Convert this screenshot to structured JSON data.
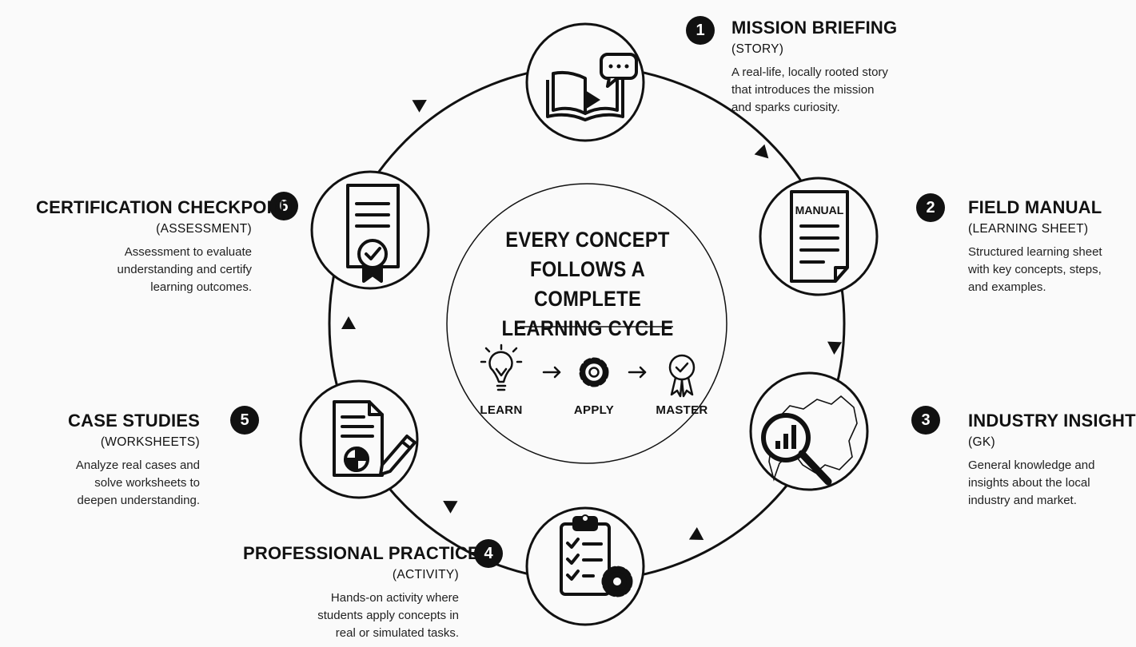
{
  "center": {
    "title_lines": [
      "EVERY CONCEPT",
      "FOLLOWS A COMPLETE",
      "LEARNING CYCLE"
    ],
    "flow": [
      "LEARN",
      "APPLY",
      "MASTER"
    ]
  },
  "steps": [
    {
      "number": "1",
      "title": "MISSION BRIEFING",
      "subtitle": "(STORY)",
      "description_lines": [
        "A real-life, locally rooted story",
        "that introduces the mission",
        "and sparks curiosity."
      ],
      "icon": "book-video-chat-icon"
    },
    {
      "number": "2",
      "title": "FIELD MANUAL",
      "subtitle": "(LEARNING SHEET)",
      "description_lines": [
        "Structured learning sheet",
        "with key concepts, steps,",
        "and examples."
      ],
      "icon": "manual-document-icon",
      "icon_text": "MANUAL"
    },
    {
      "number": "3",
      "title": "INDUSTRY INSIGHTS",
      "subtitle": "(GK)",
      "description_lines": [
        "General knowledge and",
        "insights about the local",
        "industry and market."
      ],
      "icon": "map-magnifier-chart-icon"
    },
    {
      "number": "4",
      "title": "PROFESSIONAL PRACTICE",
      "subtitle": "(ACTIVITY)",
      "description_lines": [
        "Hands-on activity where",
        "students apply concepts in",
        "real or simulated tasks."
      ],
      "icon": "clipboard-checklist-gear-icon"
    },
    {
      "number": "5",
      "title": "CASE STUDIES",
      "subtitle": "(WORKSHEETS)",
      "description_lines": [
        "Analyze real cases and",
        "solve worksheets to",
        "deepen understanding."
      ],
      "icon": "worksheet-pie-pencil-icon"
    },
    {
      "number": "6",
      "title": "CERTIFICATION CHECKPOINT",
      "subtitle": "(ASSESSMENT)",
      "description_lines": [
        "Assessment to evaluate",
        "understanding and certify",
        "learning outcomes."
      ],
      "icon": "certificate-ribbon-icon"
    }
  ],
  "colors": {
    "ink": "#111111",
    "background": "#fafafa",
    "badge_text": "#ffffff"
  }
}
